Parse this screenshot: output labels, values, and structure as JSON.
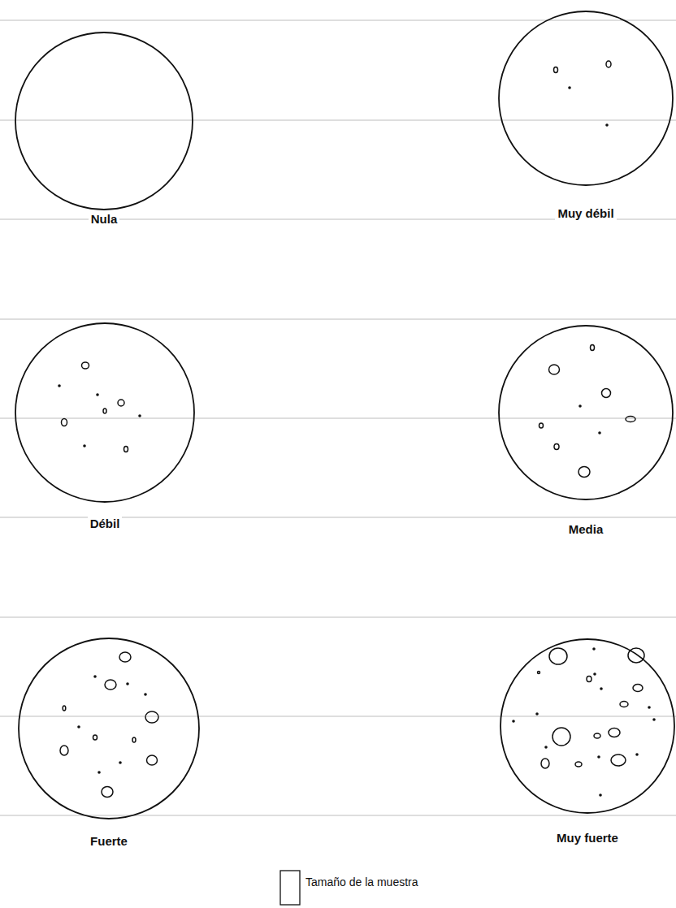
{
  "diagram": {
    "nodes": [
      {
        "text": [
          "Nula"
        ]
      },
      {
        "text": [
          "Muy débil"
        ]
      },
      {
        "text": [
          "Débil"
        ]
      },
      {
        "text": [
          "Media"
        ]
      },
      {
        "text": [
          "Fuerte"
        ]
      },
      {
        "text": [
          "Muy fuerte"
        ]
      },
      {
        "text": [
          "Tamaño de la muestra"
        ]
      }
    ]
  }
}
